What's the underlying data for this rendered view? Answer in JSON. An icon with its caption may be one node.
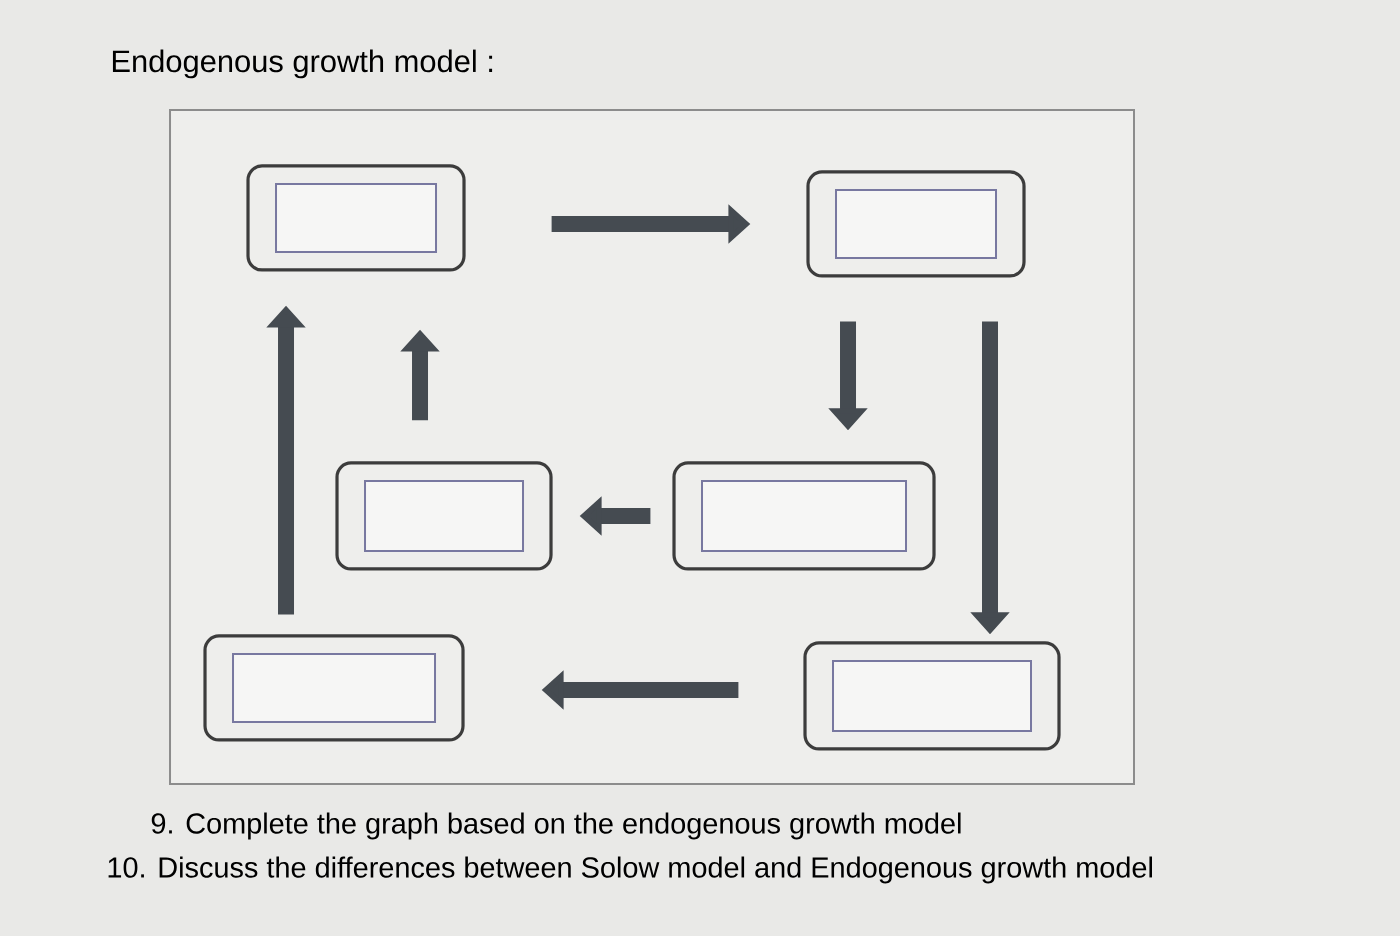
{
  "diagram": {
    "title": "Endogenous growth model :",
    "nodes": [
      {
        "text": [],
        "shape": "box"
      },
      {
        "text": [],
        "shape": "box"
      },
      {
        "text": [],
        "shape": "box"
      },
      {
        "text": [],
        "shape": "box"
      },
      {
        "text": [],
        "shape": "box"
      },
      {
        "text": [],
        "shape": "box"
      }
    ],
    "edges": [
      {
        "from": 0,
        "to": 1,
        "arrow": "to"
      },
      {
        "from": 1,
        "to": 3,
        "arrow": "to"
      },
      {
        "from": 1,
        "to": 5,
        "arrow": "to"
      },
      {
        "from": 3,
        "to": 2,
        "arrow": "to"
      },
      {
        "from": 2,
        "to": 0,
        "arrow": "to"
      },
      {
        "from": 5,
        "to": 4,
        "arrow": "to"
      },
      {
        "from": 4,
        "to": 0,
        "arrow": "to"
      }
    ],
    "labels": [
      "9. Complete the graph based on the endogenous growth model",
      "10. Discuss the differences between Solow model and Endogenous growth model"
    ]
  }
}
